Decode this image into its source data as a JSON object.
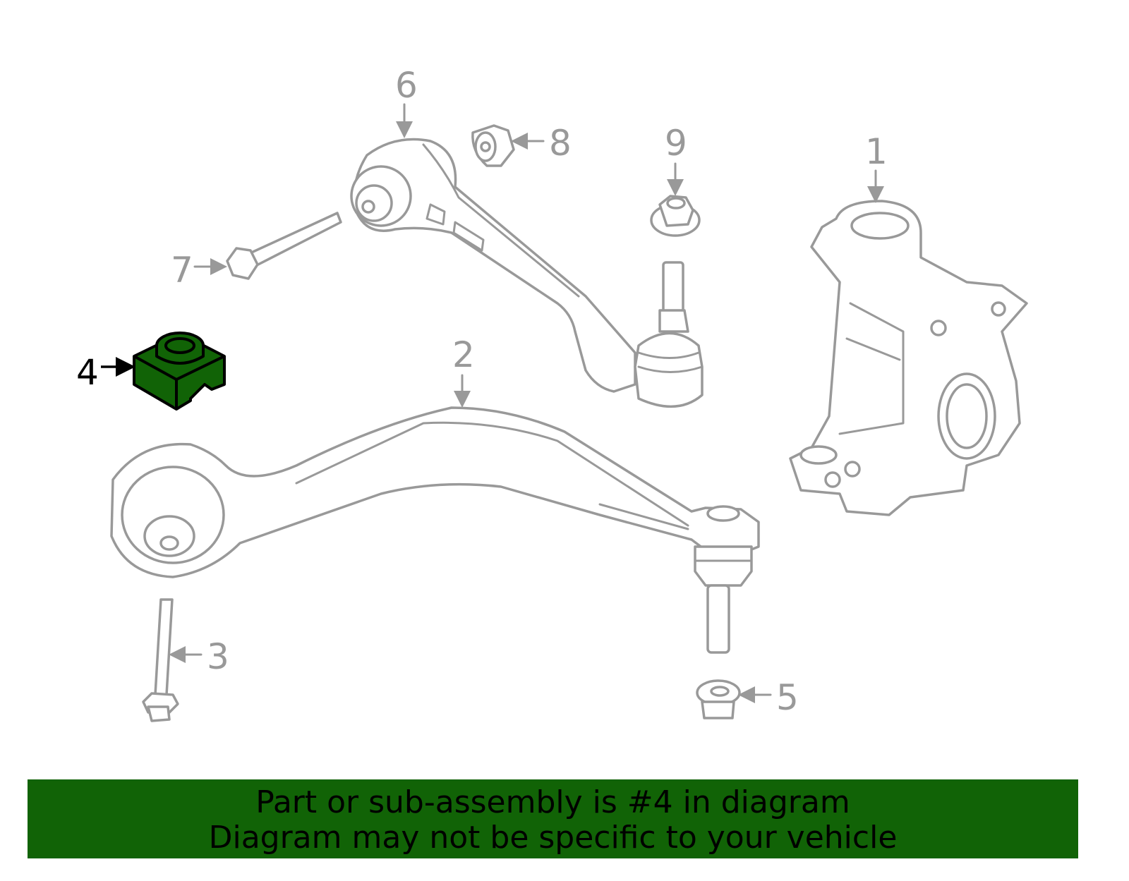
{
  "diagram": {
    "callouts": {
      "p1": "1",
      "p2": "2",
      "p3": "3",
      "p4": "4",
      "p5": "5",
      "p6": "6",
      "p7": "7",
      "p8": "8",
      "p9": "9"
    },
    "highlighted_part": "4",
    "highlight_color": "#116306",
    "line_color": "#999999"
  },
  "banner": {
    "line1": "Part or sub-assembly is #4 in diagram",
    "line2": "Diagram may not be specific to your vehicle"
  }
}
